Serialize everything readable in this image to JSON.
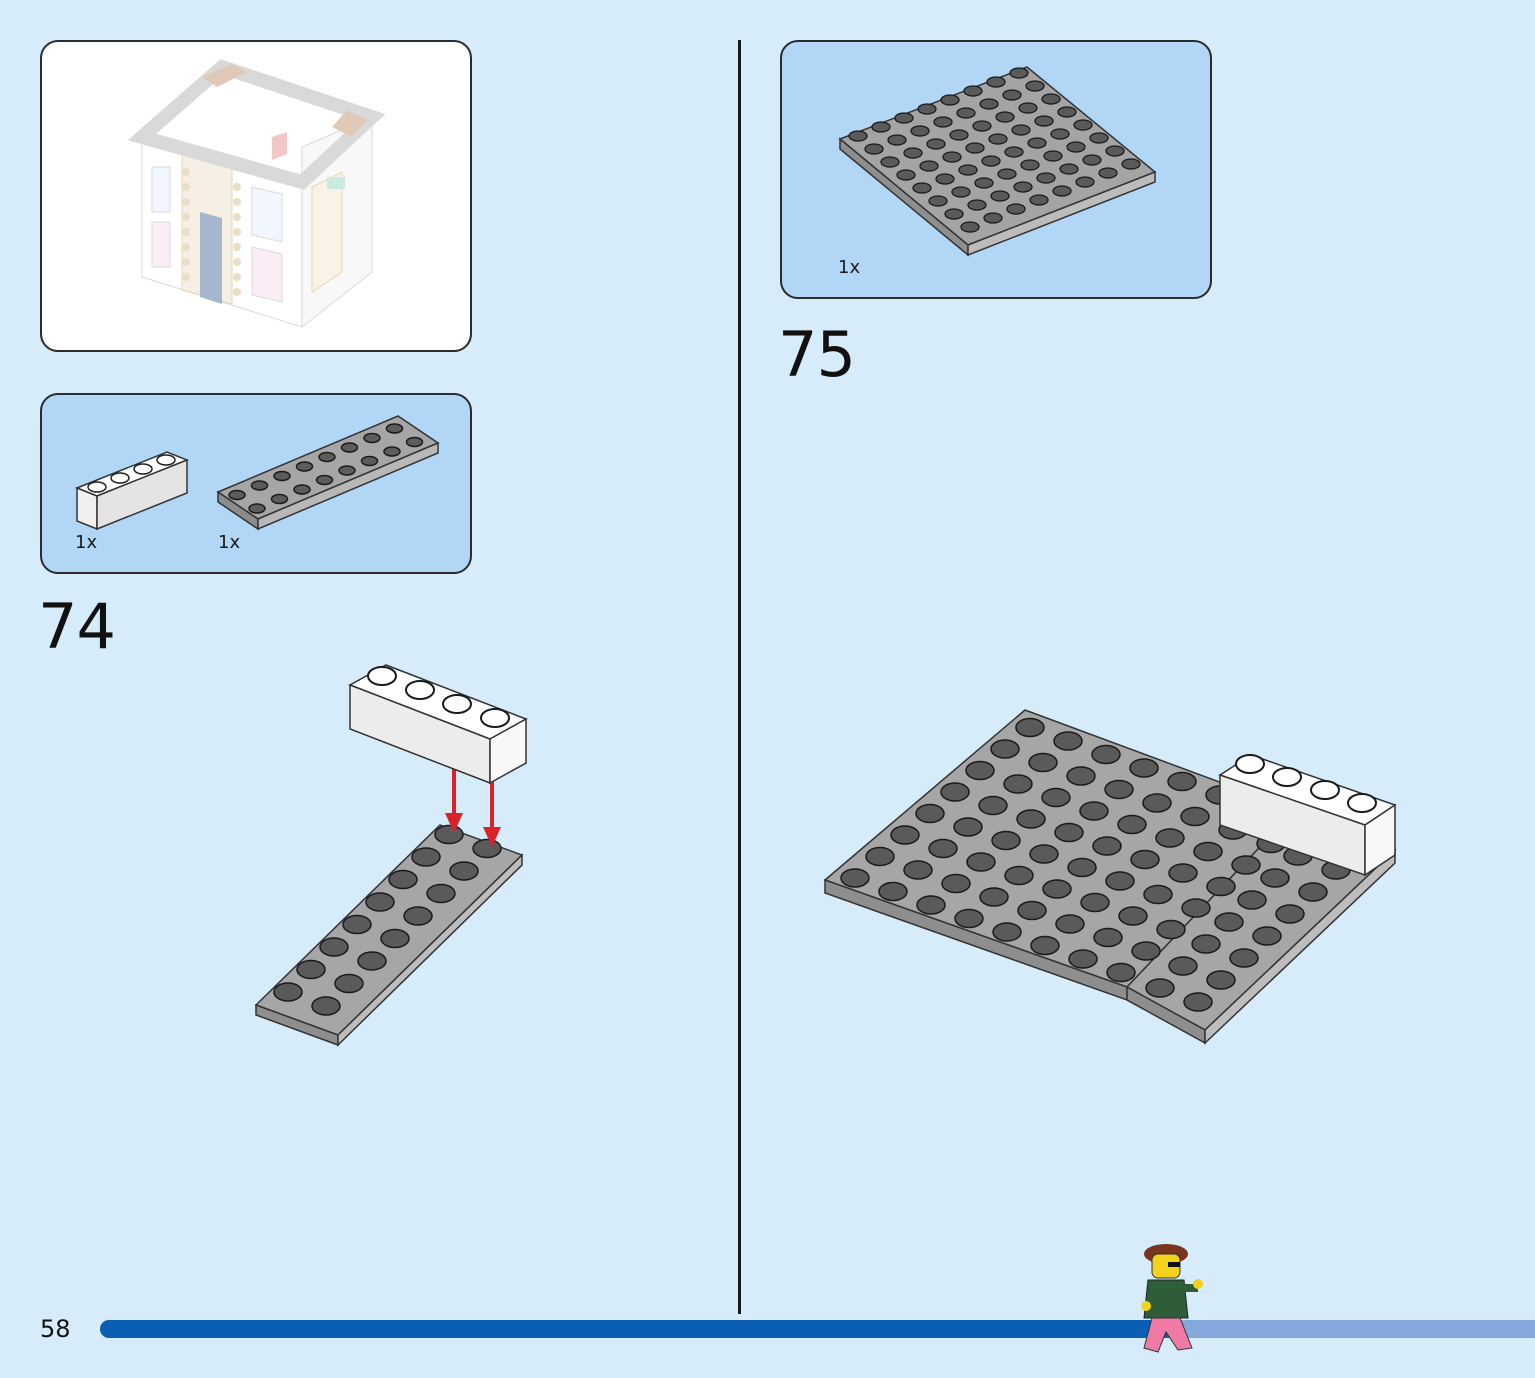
{
  "page": {
    "page_number": "58",
    "progress_fraction": 0.745
  },
  "step74": {
    "number": "74",
    "parts": [
      {
        "name": "white 1x4 brick",
        "qty": "1x",
        "color": "#ffffff"
      },
      {
        "name": "dark grey 2x8 plate",
        "qty": "1x",
        "color": "#808080"
      }
    ]
  },
  "step75": {
    "number": "75",
    "parts": [
      {
        "name": "dark grey 8x8 plate",
        "qty": "1x",
        "color": "#808080"
      }
    ]
  },
  "colors": {
    "background": "#d6ecfb",
    "parts_panel": "#b2d7f6",
    "plate_grey": "#9c9c9c",
    "stud_dark": "#5a5a5a",
    "arrow_red": "#d8232a",
    "progress_fill": "#0a5fb4",
    "progress_track": "#85a8dc"
  },
  "icons": [
    "minifigure-icon",
    "red-arrow-icon"
  ]
}
